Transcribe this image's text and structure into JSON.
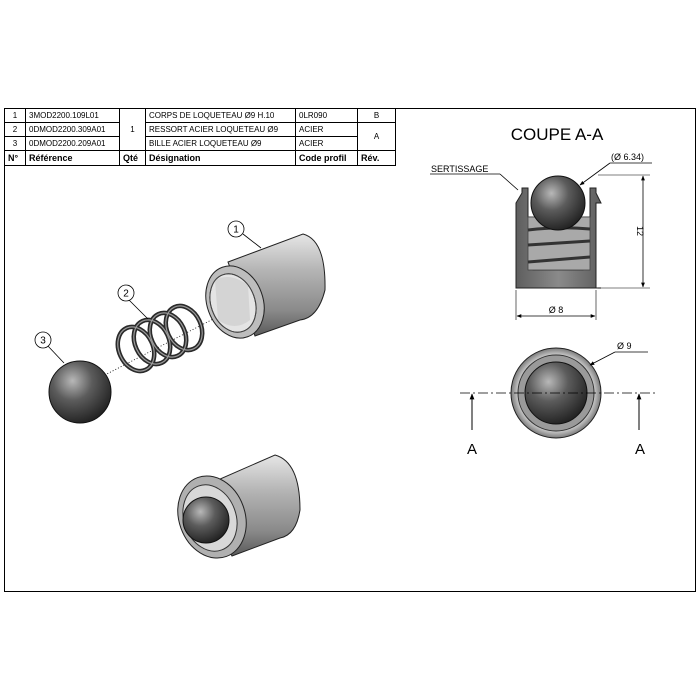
{
  "bom": {
    "rows": [
      {
        "n": "1",
        "ref": "3MOD2200.109L01",
        "des": "CORPS DE LOQUETEAU Ø9 H.10",
        "code": "0LR090",
        "rev": "B"
      },
      {
        "n": "2",
        "ref": "0DMOD2200.309A01",
        "des": "RESSORT  ACIER LOQUETEAU Ø9",
        "code": "ACIER",
        "rev": "A"
      },
      {
        "n": "3",
        "ref": "0DMOD2200.209A01",
        "des": "BILLE ACIER LOQUETEAU Ø9",
        "code": "ACIER",
        "rev": ""
      }
    ],
    "qty": "1",
    "headers": {
      "n": "N°",
      "ref": "Référence",
      "qty": "Qté",
      "des": "Désignation",
      "code": "Code profil",
      "rev": "Rév."
    }
  },
  "section": {
    "title": "COUPE A-A",
    "sertissage": "SERTISSAGE",
    "dim_ball": "(Ø 6.34)",
    "dim_height": "12",
    "dim_width": "Ø 8",
    "dim_outer": "Ø 9",
    "cut_left": "A",
    "cut_right": "A"
  },
  "callouts": {
    "c1": "1",
    "c2": "2",
    "c3": "3"
  },
  "colors": {
    "metal_dark": "#3a3a3a",
    "metal_mid": "#8a8a8a",
    "metal_light": "#d6d6d6",
    "section_fill": "#6f6f6f"
  }
}
